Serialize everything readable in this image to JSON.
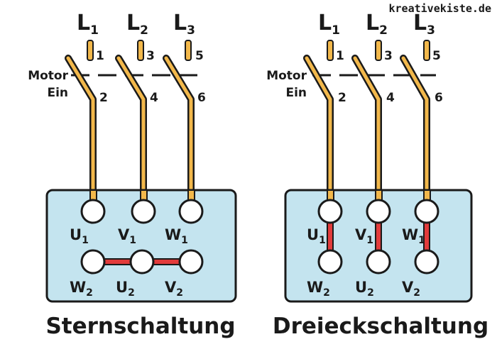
{
  "watermark": "kreativekiste.de",
  "colors": {
    "wire": "#f2b84b",
    "outline": "#1a1a1a",
    "box_fill": "#c4e4ef",
    "bridge": "#e23b3b",
    "background": "#ffffff"
  },
  "left": {
    "phases": [
      {
        "letter": "L",
        "num": "1",
        "top_terminal": "1",
        "bottom_terminal": "2"
      },
      {
        "letter": "L",
        "num": "2",
        "top_terminal": "3",
        "bottom_terminal": "4"
      },
      {
        "letter": "L",
        "num": "3",
        "top_terminal": "5",
        "bottom_terminal": "6"
      }
    ],
    "contactor_label": [
      "Motor",
      "Ein"
    ],
    "upper_terminals": [
      {
        "letter": "U",
        "num": "1"
      },
      {
        "letter": "V",
        "num": "1"
      },
      {
        "letter": "W",
        "num": "1"
      }
    ],
    "lower_terminals": [
      {
        "letter": "W",
        "num": "2"
      },
      {
        "letter": "U",
        "num": "2"
      },
      {
        "letter": "V",
        "num": "2"
      }
    ],
    "title": "Sternschaltung"
  },
  "right": {
    "phases": [
      {
        "letter": "L",
        "num": "1",
        "top_terminal": "1",
        "bottom_terminal": "2"
      },
      {
        "letter": "L",
        "num": "2",
        "top_terminal": "3",
        "bottom_terminal": "4"
      },
      {
        "letter": "L",
        "num": "3",
        "top_terminal": "5",
        "bottom_terminal": "6"
      }
    ],
    "contactor_label": [
      "Motor",
      "Ein"
    ],
    "upper_terminals": [
      {
        "letter": "U",
        "num": "1"
      },
      {
        "letter": "V",
        "num": "1"
      },
      {
        "letter": "W",
        "num": "1"
      }
    ],
    "lower_terminals": [
      {
        "letter": "W",
        "num": "2"
      },
      {
        "letter": "U",
        "num": "2"
      },
      {
        "letter": "V",
        "num": "2"
      }
    ],
    "title": "Dreieckschaltung"
  }
}
